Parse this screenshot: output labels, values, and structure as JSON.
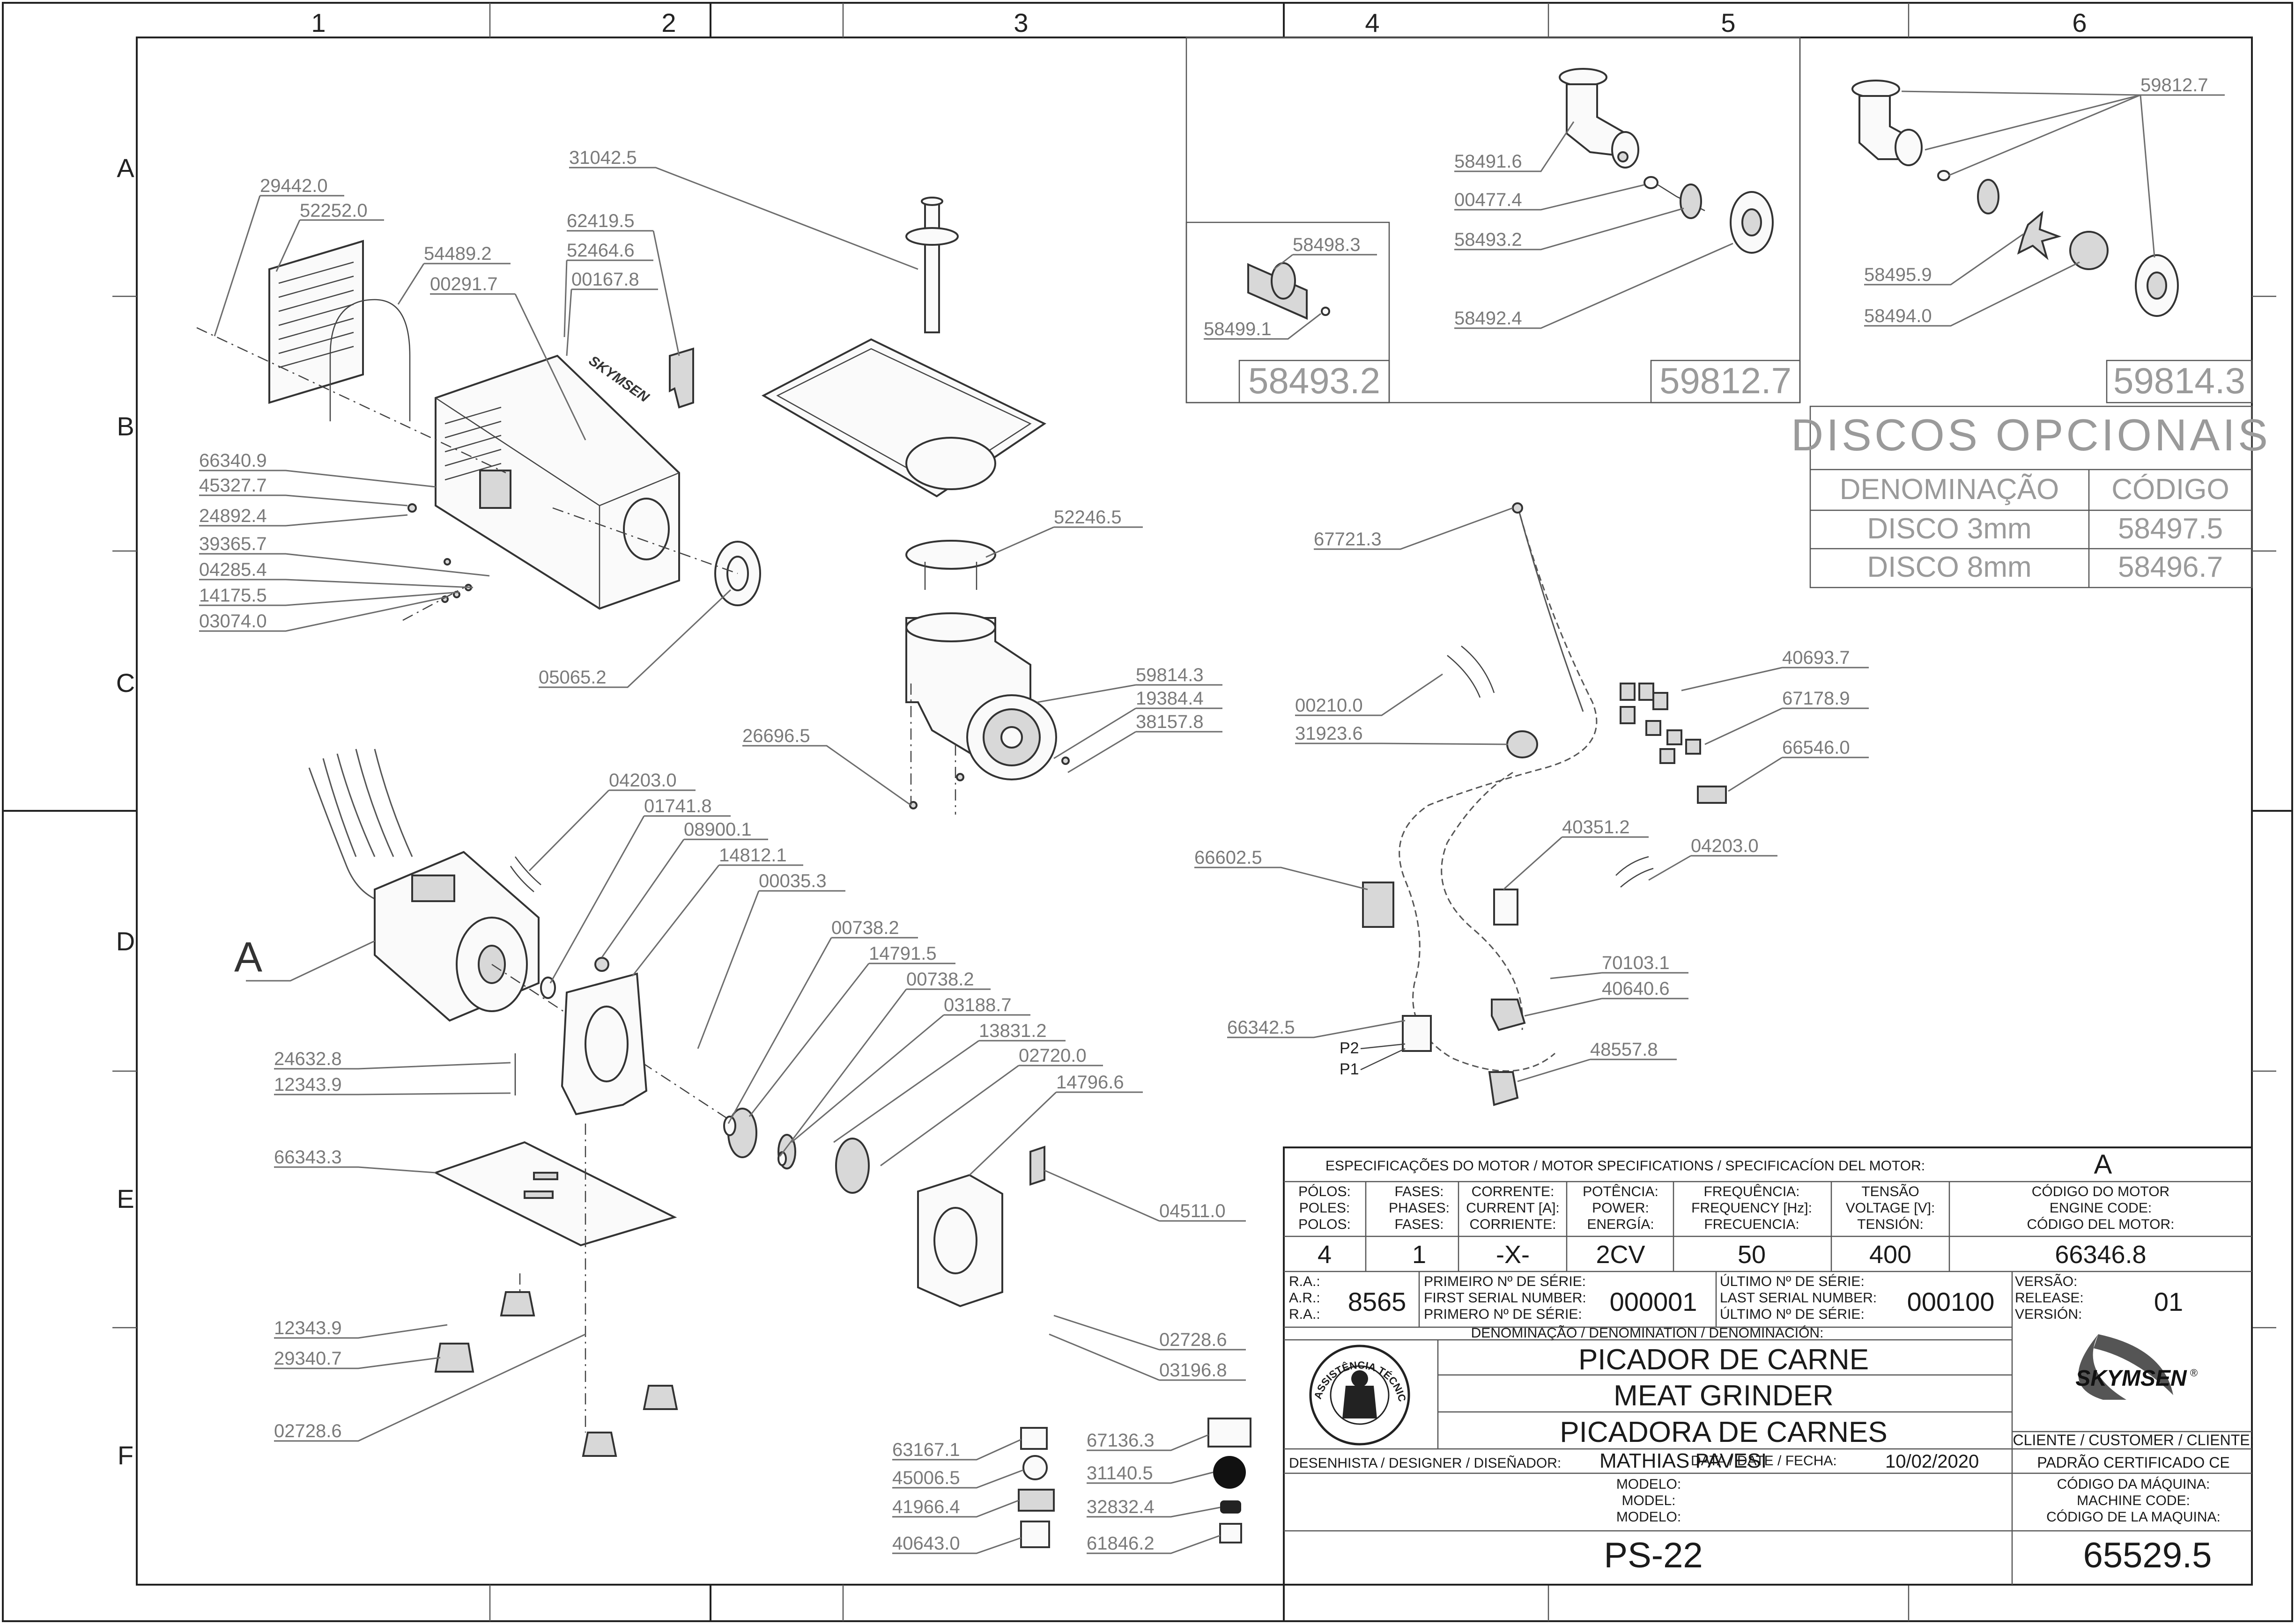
{
  "grid": {
    "columns": [
      "1",
      "2",
      "3",
      "4",
      "5",
      "6"
    ],
    "rows": [
      "A",
      "B",
      "C",
      "D",
      "E",
      "F"
    ]
  },
  "parts": {
    "p29442_0": "29442.0",
    "p52252_0": "52252.0",
    "p54489_2": "54489.2",
    "p00291_7": "00291.7",
    "p62419_5": "62419.5",
    "p52464_6": "52464.6",
    "p00167_8": "00167.8",
    "p31042_5": "31042.5",
    "p66340_9": "66340.9",
    "p45327_7": "45327.7",
    "p24892_4": "24892.4",
    "p39365_7": "39365.7",
    "p04285_4": "04285.4",
    "p14175_5": "14175.5",
    "p03074_0": "03074.0",
    "p05065_2": "05065.2",
    "p52246_5": "52246.5",
    "p59814_3": "59814.3",
    "p19384_4": "19384.4",
    "p38157_8": "38157.8",
    "p26696_5": "26696.5",
    "p04203_0a": "04203.0",
    "p01741_8": "01741.8",
    "p08900_1": "08900.1",
    "p14812_1": "14812.1",
    "p00035_3": "00035.3",
    "p00738_2a": "00738.2",
    "p14791_5": "14791.5",
    "p00738_2b": "00738.2",
    "p03188_7": "03188.7",
    "p13831_2": "13831.2",
    "p02720_0": "02720.0",
    "p14796_6": "14796.6",
    "p04511_0": "04511.0",
    "p02728_6a": "02728.6",
    "p03196_8": "03196.8",
    "p24632_8": "24632.8",
    "p12343_9a": "12343.9",
    "p66343_3": "66343.3",
    "p12343_9b": "12343.9",
    "p29340_7": "29340.7",
    "p02728_6b": "02728.6",
    "p63167_1": "63167.1",
    "p45006_5": "45006.5",
    "p41966_4": "41966.4",
    "p40643_0": "40643.0",
    "p67136_3": "67136.3",
    "p31140_5": "31140.5",
    "p32832_4": "32832.4",
    "p61846_2": "61846.2",
    "p58491_6": "58491.6",
    "p00477_4": "00477.4",
    "p58493_2": "58493.2",
    "p58492_4": "58492.4",
    "p58498_3": "58498.3",
    "p58499_1": "58499.1",
    "p59812_7": "59812.7",
    "p58495_9": "58495.9",
    "p58494_0": "58494.0",
    "p67721_3": "67721.3",
    "p00210_0": "00210.0",
    "p31923_6": "31923.6",
    "p40693_7": "40693.7",
    "p67178_9": "67178.9",
    "p66546_0": "66546.0",
    "p66602_5": "66602.5",
    "p40351_2": "40351.2",
    "p04203_0b": "04203.0",
    "p70103_1": "70103.1",
    "p40640_6": "40640.6",
    "p66342_5": "66342.5",
    "p48557_8": "48557.8",
    "p2": "P2",
    "p1": "P1",
    "motor_callout": "A"
  },
  "optional_boxes": {
    "box1": "58493.2",
    "box2": "59812.7",
    "box3": "59814.3"
  },
  "discos": {
    "title": "DISCOS OPCIONAIS",
    "col1": "DENOMINAÇÃO",
    "col2": "CÓDIGO",
    "rows": [
      {
        "name": "DISCO 3mm",
        "code": "58497.5"
      },
      {
        "name": "DISCO 8mm",
        "code": "58496.7"
      }
    ]
  },
  "motor_spec": {
    "header": "ESPECIFICAÇÕES DO MOTOR / MOTOR SPECIFICATIONS / SPECIFICACÍON DEL MOTOR:",
    "motor_letter": "A",
    "polos_label": [
      "PÓLOS:",
      "POLES:",
      "POLOS:"
    ],
    "fases_label": [
      "FASES:",
      "PHASES:",
      "FASES:"
    ],
    "corrente_label": [
      "CORRENTE:",
      "CURRENT [A]:",
      "CORRIENTE:"
    ],
    "potencia_label": [
      "POTÊNCIA:",
      "POWER:",
      "ENERGÍA:"
    ],
    "freq_label": [
      "FREQUÊNCIA:",
      "FREQUENCY [Hz]:",
      "FRECUENCIA:"
    ],
    "tensao_label": [
      "TENSÃO",
      "VOLTAGE [V]:",
      "TENSIÓN:"
    ],
    "codigo_label": [
      "CÓDIGO DO MOTOR",
      "ENGINE CODE:",
      "CÓDIGO DEL MOTOR:"
    ],
    "polos": "4",
    "fases": "1",
    "corrente": "-X-",
    "potencia": "2CV",
    "frequencia": "50",
    "tensao": "400",
    "codigo": "66346.8"
  },
  "serial": {
    "ra_label": [
      "R.A.:",
      "A.R.:",
      "R.A.:"
    ],
    "ra": "8565",
    "first_label": [
      "PRIMEIRO Nº DE SÉRIE:",
      "FIRST SERIAL NUMBER:",
      "PRIMERO Nº DE SÉRIE:"
    ],
    "first": "000001",
    "last_label": [
      "ÚLTIMO Nº DE SÉRIE:",
      "LAST SERIAL NUMBER:",
      "ÚLTIMO Nº DE SÉRIE:"
    ],
    "last": "000100",
    "version_label": [
      "VERSÃO:",
      "RELEASE:",
      "VERSIÓN:"
    ],
    "version": "01"
  },
  "denomination": {
    "label": "DENOMINAÇÃO / DENOMINATION / DENOMINACIÓN:",
    "pt": "PICADOR DE CARNE",
    "en": "MEAT GRINDER",
    "es": "PICADORA DE CARNES"
  },
  "seal_text": "ASSISTÊNCIA TÉCNICA AUTORIZADA",
  "brand": "SKYMSEN",
  "brand_mark": "®",
  "cliente_label": "CLIENTE / CUSTOMER / CLIENTE:",
  "cliente": "PADRÃO CERTIFICADO CE",
  "designer_label": "DESENHISTA / DESIGNER / DISEÑADOR:",
  "designer": "MATHIAS PAVESI",
  "date_label": "DATA / DATE / FECHA:",
  "date": "10/02/2020",
  "modelo_label": [
    "MODELO:",
    "MODEL:",
    "MODELO:"
  ],
  "modelo": "PS-22",
  "machine_code_label": [
    "CÓDIGO DA MÁQUINA:",
    "MACHINE CODE:",
    "CÓDIGO DE LA MAQUINA:"
  ],
  "machine_code": "65529.5"
}
